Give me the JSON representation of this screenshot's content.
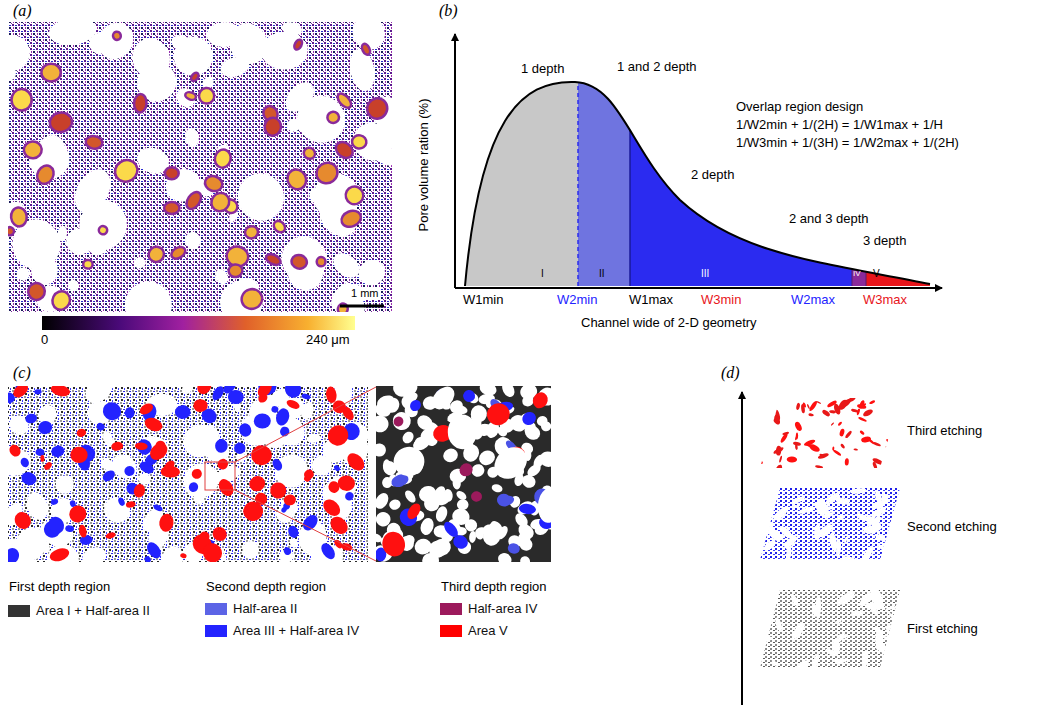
{
  "diagram": {
    "labels": [
      "(a)",
      "1 mm",
      "0",
      "240 μm",
      "(b)",
      "Pore volume ration (%)",
      "1 depth",
      "1 and 2 depth",
      "Overlap region design",
      "1/W2min + 1/(2H) = 1/W1max + 1/H",
      "1/W3min + 1/(3H) = 1/W2max + 1/(2H)",
      "2 depth",
      "2 and 3 depth",
      "3 depth",
      "I",
      "II",
      "III",
      "IV",
      "V",
      "W1min",
      "W2min",
      "W1max",
      "W3min",
      "W2max",
      "W3max",
      "Channel wide of 2-D geometry",
      "(c)",
      "(d)",
      "Third etching",
      "Second etching",
      "First etching",
      "First depth region",
      "Second depth region",
      "Third depth region"
    ],
    "legend": [
      {
        "text": "Area I + Half-area II",
        "color": "#333333"
      },
      {
        "text": "Half-area II",
        "color": "#5c64e6"
      },
      {
        "text": "Area III + Half-area IV",
        "color": "#2323ff"
      },
      {
        "text": "Half-area IV",
        "color": "#9c1a5c"
      },
      {
        "text": "Area V",
        "color": "#ff0000"
      }
    ]
  }
}
